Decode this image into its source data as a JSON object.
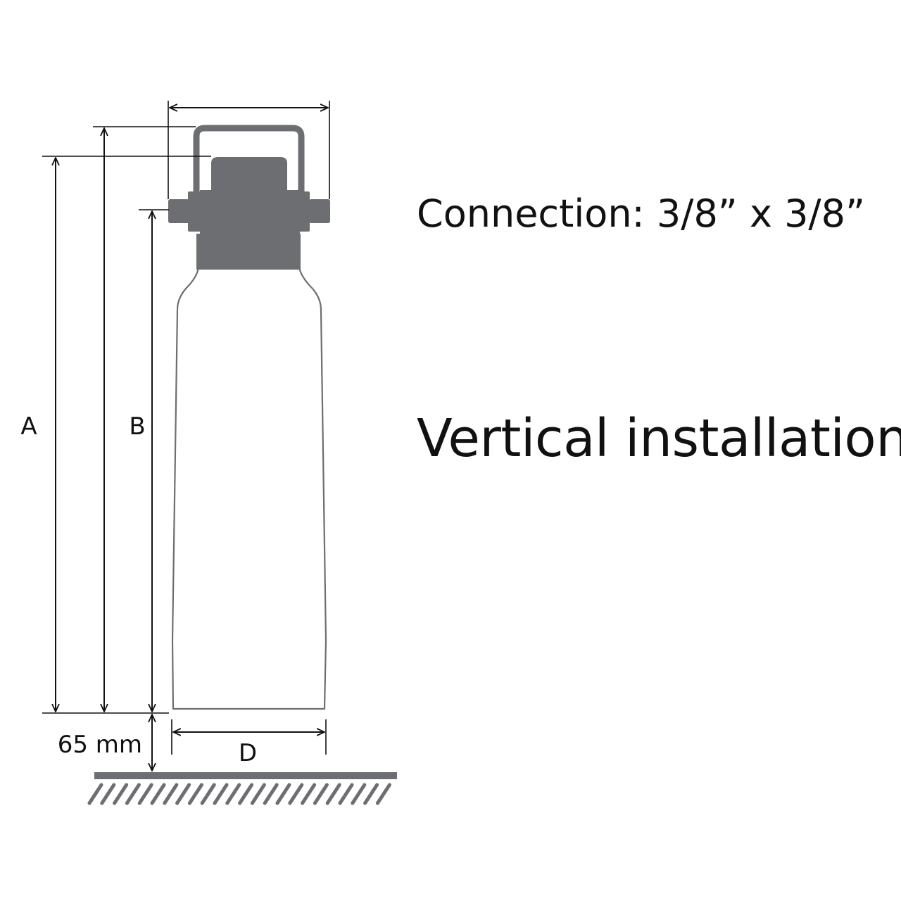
{
  "labels": {
    "dim_a": "A",
    "dim_b": "B",
    "dim_d": "D",
    "floor_clearance": "65 mm"
  },
  "captions": {
    "connection": "Connection: 3/8” x 3/8”",
    "orientation": "Vertical installation"
  },
  "colors": {
    "filter_head": "#6d6e71",
    "vessel_outline": "#6d6e71",
    "dimension_lines": "#111111",
    "floor": "#6d6e71",
    "background": "#ffffff"
  }
}
